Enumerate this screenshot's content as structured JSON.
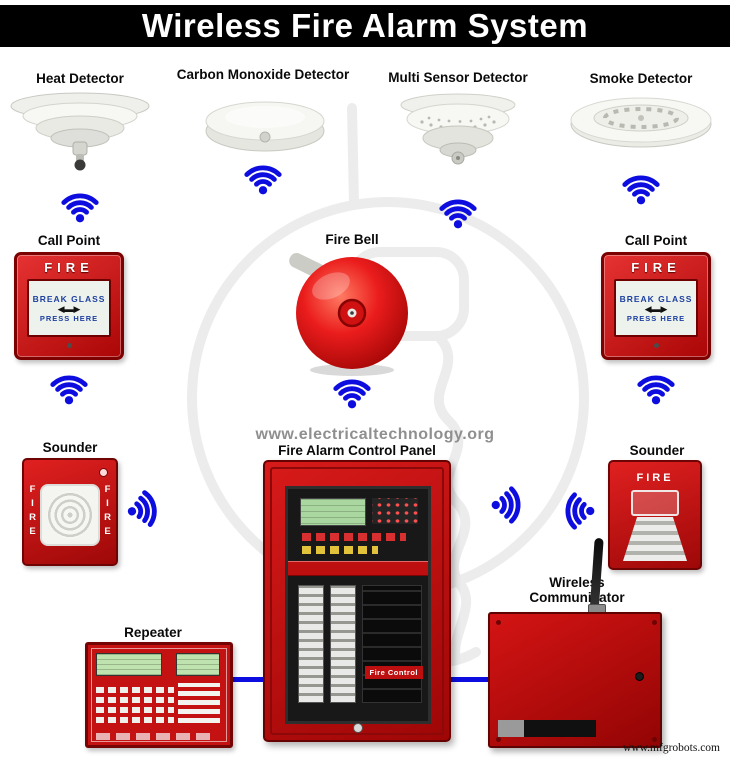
{
  "title": "Wireless Fire Alarm System",
  "watermark": "www.electricaltechnology.org",
  "credit": "www.mfgrobots.com",
  "devices": {
    "heat_detector": {
      "label": "Heat Detector"
    },
    "carbon_monoxide_detector": {
      "label": "Carbon Monoxide Detector"
    },
    "multi_sensor_detector": {
      "label": "Multi Sensor Detector"
    },
    "smoke_detector": {
      "label": "Smoke Detector"
    },
    "call_point_left": {
      "label": "Call Point"
    },
    "call_point_right": {
      "label": "Call Point"
    },
    "fire_bell": {
      "label": "Fire Bell"
    },
    "sounder_left": {
      "label": "Sounder"
    },
    "sounder_right": {
      "label": "Sounder"
    },
    "control_panel": {
      "label": "Fire Alarm Control Panel",
      "screen_tag": "Fire Control"
    },
    "wireless_communicator": {
      "label": "Wireless Communicator"
    },
    "repeater": {
      "label": "Repeater"
    }
  },
  "call_point_text": {
    "brand": "FIRE",
    "line1": "BREAK GLASS",
    "arrow_glyph": "◀▬▶",
    "line2": "PRESS HERE"
  },
  "sounder_text": {
    "side": "FIRE"
  },
  "colors": {
    "accent_blue": "#0d0de0",
    "device_red": "#c41212",
    "title_bg": "#000000"
  }
}
